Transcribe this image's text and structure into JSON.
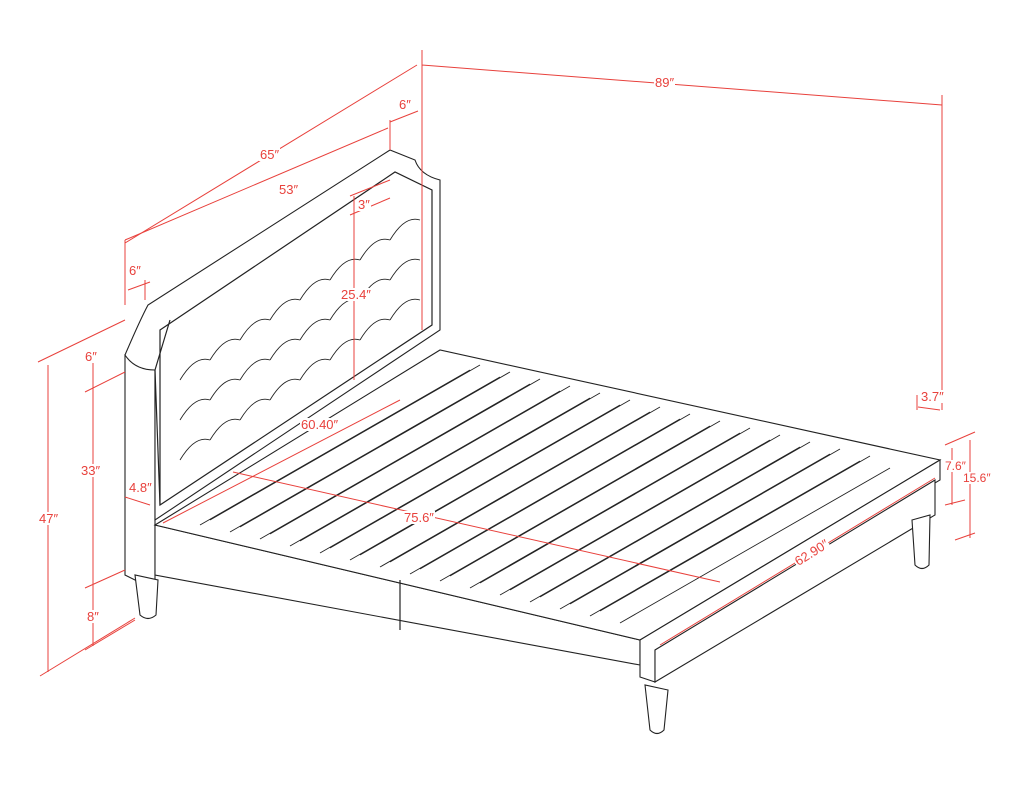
{
  "diagram": {
    "subject": "Platform bed frame with tufted headboard — dimension drawing",
    "line_color": "#222222",
    "dimension_color": "#e8413c",
    "dimensions": {
      "overall_length": "89″",
      "headboard_width": "65″",
      "headboard_panel_width": "53″",
      "headboard_top_right_inset": "6″",
      "headboard_left_inset": "6″",
      "headboard_top_gap": "3″",
      "headboard_panel_height": "25.4″",
      "headboard_post_top": "6″",
      "headboard_post_height": "33″",
      "overall_height": "47″",
      "leg_height": "8″",
      "headboard_thickness": "4.8″",
      "interior_width": "60.40″",
      "interior_length": "75.6″",
      "footboard_width": "62.90″",
      "footboard_depth": "3.7″",
      "rail_height": "7.6″",
      "frame_height": "15.6″"
    }
  }
}
